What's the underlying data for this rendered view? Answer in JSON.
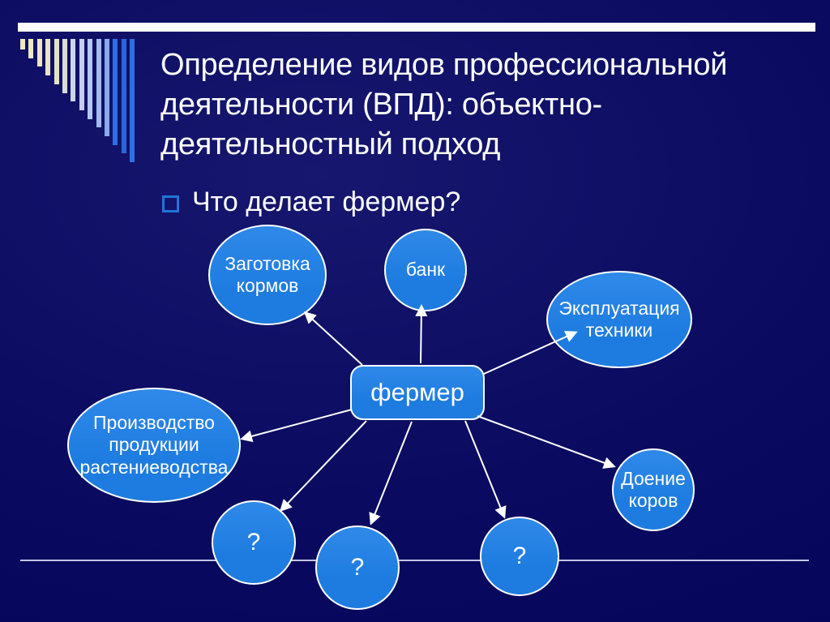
{
  "slide": {
    "title": "Определение видов профессиональной деятельности (ВПД): объектно-деятельностный подход",
    "bullet_text": "Что делает фермер?"
  },
  "diagram": {
    "center_label": "фермер",
    "nodes": [
      {
        "label": "Заготовка кормов"
      },
      {
        "label": "банк"
      },
      {
        "label": "Эксплуатация техники"
      },
      {
        "label": "Производство продукции растениеводства"
      },
      {
        "label": "Доение коров"
      },
      {
        "label": "?"
      },
      {
        "label": "?"
      },
      {
        "label": "?"
      }
    ]
  },
  "colors": {
    "background": "#0A0A60",
    "node_fill": "#1E7CE0",
    "node_border": "#FFFFFF",
    "arrow": "#FFFFFF",
    "text": "#FFFFFF",
    "bullet_square": "#2273DB",
    "top_bar": "#FCFCFF",
    "divider_line": "#C6C6E4"
  },
  "decor": {
    "stripe_colors": [
      "#EDE7C2",
      "#EDE7C2",
      "#ECE6C0",
      "#EAE4C0",
      "#E6E2C4",
      "#D9DCD8",
      "#CBD5EC",
      "#C2CFF0",
      "#B6C8F2",
      "#A4BBF0",
      "#8CA9EC",
      "#2E6FE2",
      "#2866DA",
      "#2E6FE2"
    ]
  }
}
